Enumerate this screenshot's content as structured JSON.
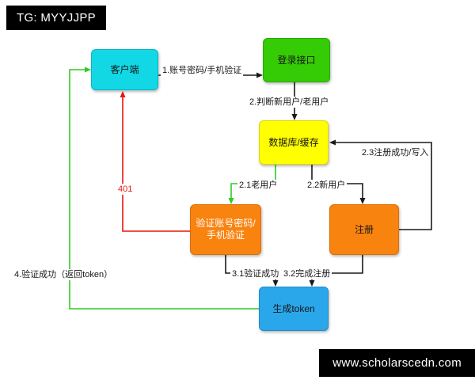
{
  "banners": {
    "top": "TG: MYYJJPP",
    "bottom": "www.scholarscedn.com"
  },
  "nodes": {
    "client": {
      "label": "客户端"
    },
    "login": {
      "label": "登录接口"
    },
    "database": {
      "label": "数据库/缓存"
    },
    "verify": {
      "label": "验证账号密码/手机验证"
    },
    "register": {
      "label": "注册"
    },
    "token": {
      "label": "生成token"
    }
  },
  "edges": {
    "e1": {
      "label": "1.账号密码/手机验证"
    },
    "e2": {
      "label": "2.判断新用户/老用户"
    },
    "e21": {
      "label": "2.1老用户"
    },
    "e22": {
      "label": "2.2新用户"
    },
    "e23": {
      "label": "2.3注册成功/写入"
    },
    "e401": {
      "label": "401"
    },
    "e31": {
      "label": "3.1验证成功"
    },
    "e32": {
      "label": "3.2完成注册"
    },
    "e4": {
      "label": "4.验证成功（返回token）"
    }
  },
  "colors": {
    "client_fill": "#12d8e6",
    "login_fill": "#35cb05",
    "database_fill": "#ffff00",
    "verify_fill": "#f9830f",
    "register_fill": "#f9830f",
    "token_fill": "#2aa7ea",
    "arrow_black": "#1a1a1a",
    "arrow_green": "#2ecc1e",
    "arrow_red": "#e8150d",
    "banner_bg": "#000000"
  }
}
